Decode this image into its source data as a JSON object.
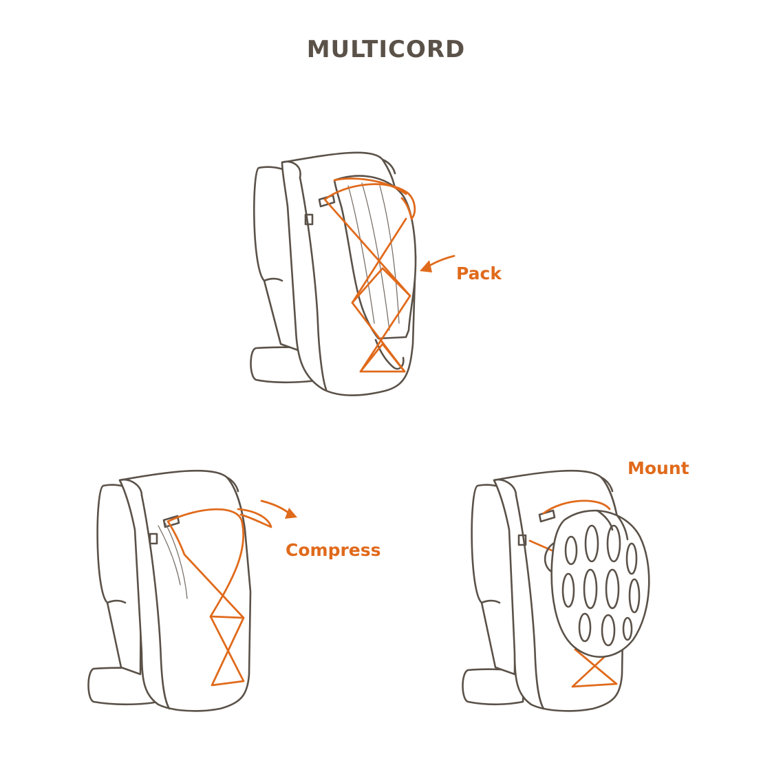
{
  "title": "MULTICORD",
  "labels": {
    "pack": "Pack",
    "compress": "Compress",
    "mount": "Mount"
  },
  "colors": {
    "outline": "#5a5148",
    "cord": "#e06a1b",
    "title": "#5a5148",
    "background": "#ffffff"
  },
  "icons": [
    "backpack-icon",
    "jacket-icon",
    "helmet-icon",
    "arrow-icon"
  ]
}
